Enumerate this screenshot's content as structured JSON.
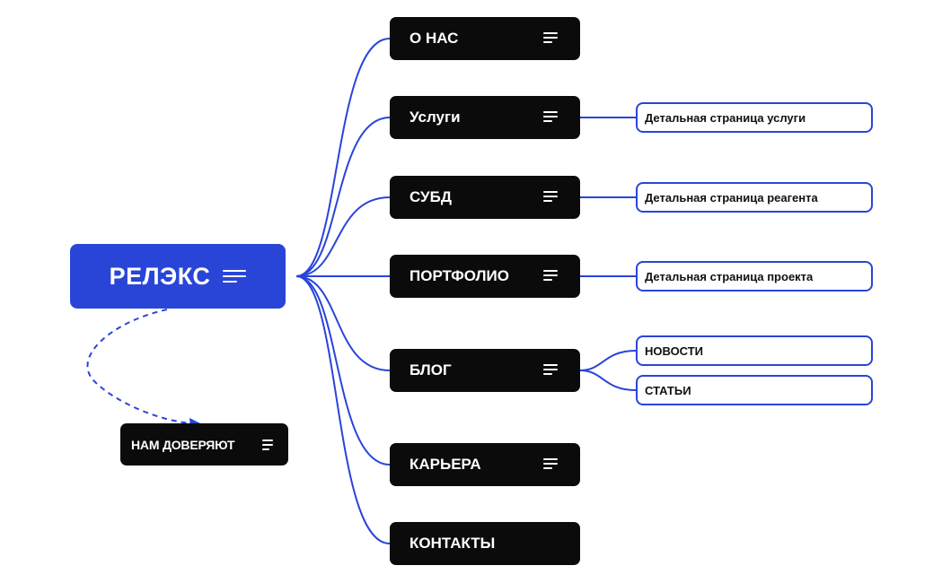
{
  "root": {
    "label": "РЕЛЭКС"
  },
  "trusted": {
    "label": "НАМ ДОВЕРЯЮТ"
  },
  "sections": [
    {
      "label": "О НАС",
      "has_icon": true
    },
    {
      "label": "Услуги",
      "has_icon": true
    },
    {
      "label": "СУБД",
      "has_icon": true
    },
    {
      "label": "ПОРТФОЛИО",
      "has_icon": true
    },
    {
      "label": "БЛОГ",
      "has_icon": true
    },
    {
      "label": "КАРЬЕРА",
      "has_icon": true
    },
    {
      "label": "КОНТАКТЫ",
      "has_icon": false
    }
  ],
  "subpages": [
    {
      "label": "Детальная страница услуги",
      "parent": "Услуги"
    },
    {
      "label": "Детальная страница реагента",
      "parent": "СУБД"
    },
    {
      "label": "Детальная страница проекта",
      "parent": "ПОРТФОЛИО"
    },
    {
      "label": "НОВОСТИ",
      "parent": "БЛОГ"
    },
    {
      "label": "СТАТЬИ",
      "parent": "БЛОГ"
    }
  ],
  "colors": {
    "accent": "#2945d8",
    "node_dark": "#0b0b0b",
    "background": "#ffffff"
  },
  "icons": {
    "node_menu": "menu-lines-icon"
  }
}
